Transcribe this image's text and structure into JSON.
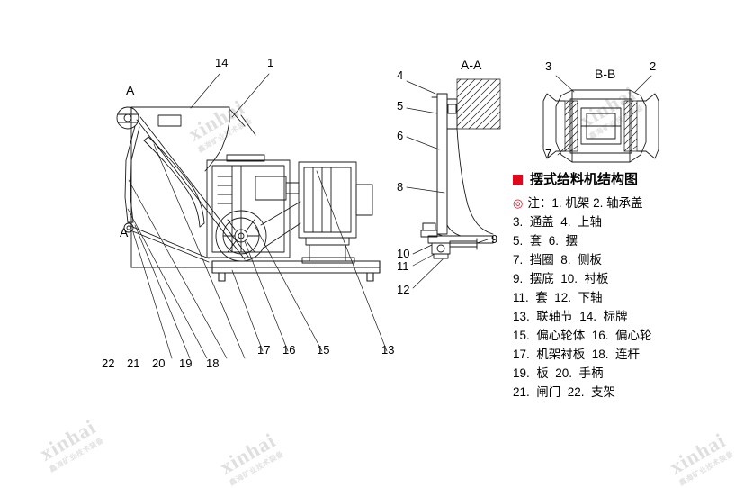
{
  "diagram": {
    "title": "摆式给料机结构图",
    "accent_color": "#e2081b",
    "section_labels": [
      {
        "id": "sec-aa",
        "text": "A-A"
      },
      {
        "id": "sec-bb",
        "text": "B-B"
      },
      {
        "id": "mark-a-top",
        "text": "A"
      },
      {
        "id": "mark-a-bottom",
        "text": "A"
      }
    ],
    "callouts": [
      {
        "id": "c14",
        "text": "14"
      },
      {
        "id": "c1",
        "text": "1"
      },
      {
        "id": "c4",
        "text": "4"
      },
      {
        "id": "c5",
        "text": "5"
      },
      {
        "id": "c6",
        "text": "6"
      },
      {
        "id": "c8",
        "text": "8"
      },
      {
        "id": "c9",
        "text": "9"
      },
      {
        "id": "c10",
        "text": "10"
      },
      {
        "id": "c11",
        "text": "11"
      },
      {
        "id": "c12",
        "text": "12"
      },
      {
        "id": "c3",
        "text": "3"
      },
      {
        "id": "c2",
        "text": "2"
      },
      {
        "id": "c7",
        "text": "7"
      },
      {
        "id": "c13",
        "text": "13"
      },
      {
        "id": "c15",
        "text": "15"
      },
      {
        "id": "c16",
        "text": "16"
      },
      {
        "id": "c17",
        "text": "17"
      },
      {
        "id": "c18",
        "text": "18"
      },
      {
        "id": "c19",
        "text": "19"
      },
      {
        "id": "c20",
        "text": "20"
      },
      {
        "id": "c21",
        "text": "21"
      },
      {
        "id": "c22",
        "text": "22"
      }
    ],
    "legend": {
      "note_label": "注：",
      "lines": [
        "1.  机架  2.  轴承盖",
        "3.  通盖  4.  上轴",
        "5.  套  6.  摆",
        "7.  挡圈  8.  侧板",
        "9.  摆底  10.  衬板",
        "11.  套  12.  下轴",
        "13.  联轴节  14.  标牌",
        "15.  偏心轮体  16.  偏心轮",
        "17.  机架衬板  18.  连杆",
        "19.  板  20.  手柄",
        "21.  闸门  22.  支架"
      ]
    },
    "watermarks": [
      {
        "id": "wm1",
        "big": "xinhai",
        "small": "鑫海矿业技术装备"
      },
      {
        "id": "wm2",
        "big": "xinhai",
        "small": "鑫海矿业技术装备"
      },
      {
        "id": "wm3",
        "big": "xinhai",
        "small": "鑫海矿业技术装备"
      },
      {
        "id": "wm4",
        "big": "xinhai",
        "small": "鑫海矿业技术装备"
      },
      {
        "id": "wm5",
        "big": "xinhai",
        "small": "鑫海矿业技术装备"
      }
    ]
  }
}
